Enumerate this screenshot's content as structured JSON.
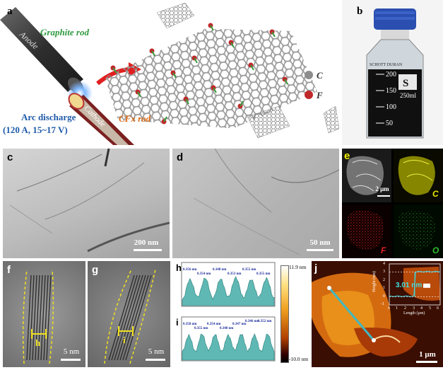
{
  "figure": {
    "panels": {
      "a": {
        "label": "a",
        "graphite_rod": "Graphite rod",
        "anode": "Anode",
        "cathode": "Cathode",
        "arc_discharge_line1": "Arc discharge",
        "arc_discharge_line2": "(120 A, 15~17 V)",
        "cfx_rod": "CFx rod",
        "legend_c": "C",
        "legend_f": "F",
        "colors": {
          "carbon": "#8c8c8c",
          "fluorine": "#c0282a",
          "bond": "#3a9a3a",
          "graphite_text": "#2e9a3e",
          "arc_text": "#1e5aa8",
          "cfx_text": "#d86a16"
        }
      },
      "b": {
        "label": "b",
        "ticks": [
          "200",
          "150",
          "100",
          "50"
        ],
        "volume": "250ml",
        "logo": "S",
        "brand": "SCHOTT DURAN"
      },
      "c": {
        "label": "c",
        "scale": "200 nm"
      },
      "d": {
        "label": "d",
        "scale": "50 nm"
      },
      "e": {
        "label": "e",
        "scale": "2 μm",
        "maps": [
          "C",
          "F",
          "O"
        ],
        "colors": {
          "C": "#e6e600",
          "F": "#e02020",
          "O": "#30c030"
        }
      },
      "f": {
        "label": "f",
        "scale": "5 nm",
        "marker": "h"
      },
      "g": {
        "label": "g",
        "scale": "5 nm",
        "marker": "i"
      },
      "h": {
        "label": "h",
        "spacings": [
          "0.356 nm",
          "0.354 nm",
          "0.348 nm",
          "0.353 nm",
          "0.355 nm",
          "0.355 nm"
        ]
      },
      "i": {
        "label": "i",
        "spacings": [
          "0.358 nm",
          "0.355 nm",
          "0.354 nm",
          "0.348 nm",
          "0.347 nm",
          "0.346 nm",
          "0.352 nm"
        ]
      },
      "colorbar": {
        "max": "11.9 nm",
        "min": "-10.0 nm"
      },
      "j": {
        "label": "j",
        "scale": "1 μm",
        "inset_value": "3.01 nm",
        "ylabel": "Height (nm)",
        "xlabel": "Length (μm)",
        "yticks": [
          "4",
          "3",
          "2",
          "1",
          "0",
          "-1"
        ],
        "xticks": [
          "0",
          "1",
          "2",
          "3",
          "4",
          "5",
          "6"
        ]
      }
    }
  },
  "chart_data": [
    {
      "type": "line",
      "title": "",
      "xlabel": "",
      "ylabel": "",
      "series": [
        {
          "values": [
            0.2,
            0.9,
            0.3,
            0.95,
            0.25,
            0.92,
            0.3,
            0.97,
            0.28,
            0.9,
            0.3,
            0.94,
            0.25
          ]
        }
      ],
      "annotations": [
        "0.356 nm",
        "0.354 nm",
        "0.348 nm",
        "0.353 nm",
        "0.355 nm",
        "0.355 nm"
      ]
    },
    {
      "type": "line",
      "title": "",
      "xlabel": "",
      "ylabel": "",
      "series": [
        {
          "values": [
            0.3,
            0.85,
            0.3,
            0.9,
            0.35,
            0.88,
            0.3,
            0.86,
            0.35,
            0.9,
            0.32,
            0.87,
            0.3,
            0.9,
            0.33
          ]
        }
      ],
      "annotations": [
        "0.358 nm",
        "0.355 nm",
        "0.354 nm",
        "0.348 nm",
        "0.347 nm",
        "0.346 nm",
        "0.352 nm"
      ]
    },
    {
      "type": "line",
      "title": "",
      "xlabel": "Length (μm)",
      "ylabel": "Height (nm)",
      "xlim": [
        0,
        6
      ],
      "ylim": [
        -1,
        4
      ],
      "series": [
        {
          "x": [
            0,
            0.5,
            1,
            1.5,
            2,
            2.5,
            2.9,
            3.1,
            3.5,
            4,
            4.5,
            5,
            5.5,
            6
          ],
          "values": [
            0.1,
            0.0,
            0.1,
            0.0,
            0.1,
            0.0,
            0.1,
            3.0,
            3.1,
            3.0,
            3.1,
            3.0,
            3.1,
            3.0
          ]
        }
      ]
    }
  ]
}
